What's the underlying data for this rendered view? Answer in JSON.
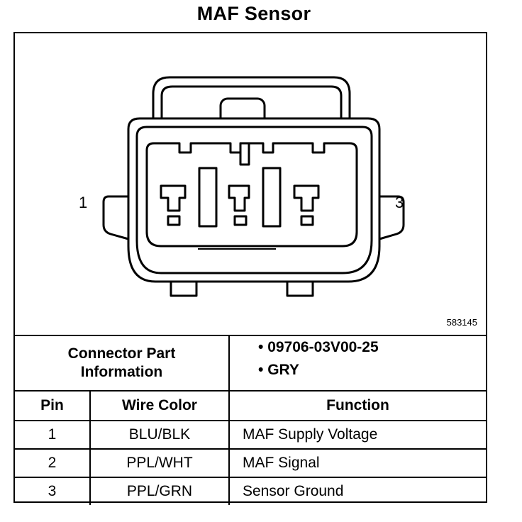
{
  "title": "MAF Sensor",
  "diagram": {
    "pin_left_label": "1",
    "pin_right_label": "3",
    "reference_code": "583145"
  },
  "connector_info": {
    "label_line1": "Connector Part",
    "label_line2": "Information",
    "part_number": "09706-03V00-25",
    "color": "GRY"
  },
  "table": {
    "headers": {
      "pin": "Pin",
      "wire_color": "Wire Color",
      "function": "Function"
    },
    "rows": [
      {
        "pin": "1",
        "wire_color": "BLU/BLK",
        "function": "MAF Supply Voltage"
      },
      {
        "pin": "2",
        "wire_color": "PPL/WHT",
        "function": "MAF Signal"
      },
      {
        "pin": "3",
        "wire_color": "PPL/GRN",
        "function": "Sensor Ground"
      }
    ]
  }
}
